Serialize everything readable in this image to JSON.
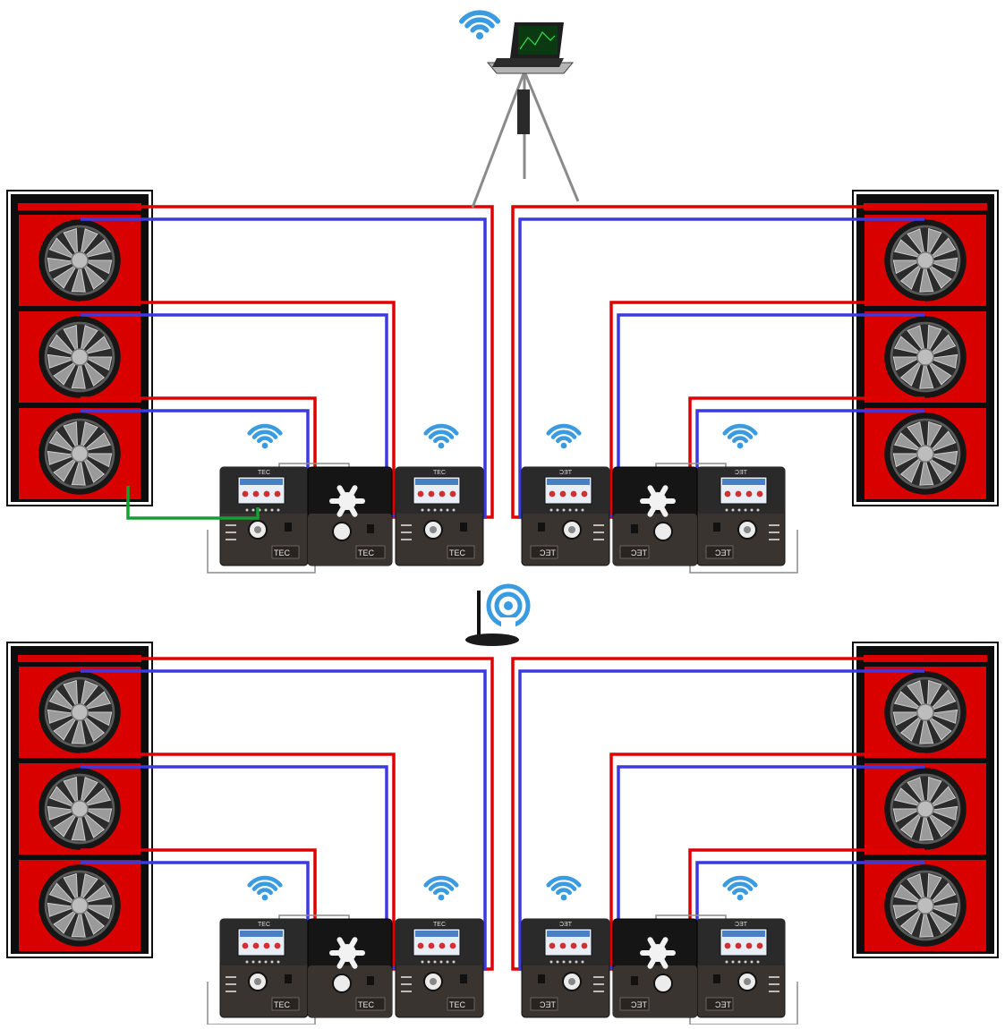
{
  "diagram": {
    "brand_logo_text": "TEC",
    "colors": {
      "background": "#ffffff",
      "fan_panel": "#d90000",
      "fan_frame": "#0d0d0d",
      "fan_blade": "#9a9a9a",
      "hose_red": "#e00000",
      "hose_blue": "#3a3ae0",
      "ground_cable": "#12a030",
      "signal_cable": "#8c8c8c",
      "wifi": "#3b9be0",
      "gauge_body": "#2a2a2a",
      "gauge_lower": "#3a3430",
      "gauge_screen": "#e8eef6"
    },
    "icons": {
      "wireless": "wifi-icon",
      "router_signal": "broadcast-icon",
      "computer": "laptop-icon",
      "router": "router-icon",
      "fan": "fan-icon",
      "gauge": "gauge-icon",
      "manifold": "manifold-icon"
    },
    "quadrants": [
      {
        "id": "top-left",
        "fan_stack": "left",
        "fans": 3,
        "gauges": 2,
        "ground_link": true
      },
      {
        "id": "top-right",
        "fan_stack": "right",
        "fans": 3,
        "gauges": 2,
        "ground_link": false
      },
      {
        "id": "bottom-left",
        "fan_stack": "left",
        "fans": 3,
        "gauges": 2,
        "ground_link": false
      },
      {
        "id": "bottom-right",
        "fan_stack": "right",
        "fans": 3,
        "gauges": 2,
        "ground_link": false
      }
    ]
  }
}
